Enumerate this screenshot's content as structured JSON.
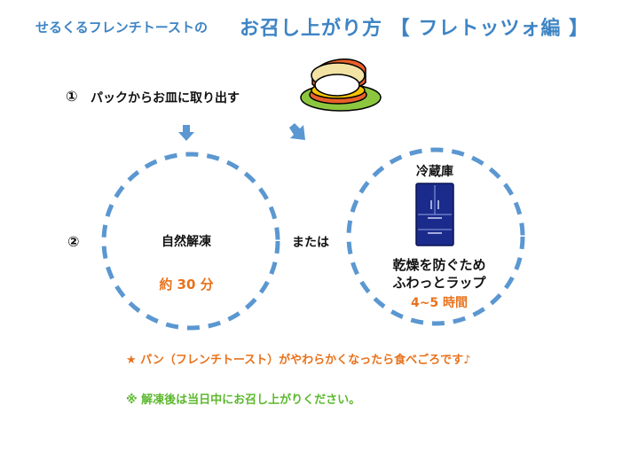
{
  "header": {
    "subtitle": "せるくるフレンチトーストの",
    "title": "お召し上がり方 【 フレトッツォ編 】"
  },
  "step1": {
    "number": "①",
    "text": "パックからお皿に取り出す"
  },
  "step2": {
    "number": "②",
    "or": "または",
    "left_option": {
      "label": "自然解凍",
      "time": "約 30 分"
    },
    "right_option": {
      "location": "冷蔵庫",
      "line1": "乾燥を防ぐため",
      "line2": "ふわっとラップ",
      "time": "4~5 時間"
    }
  },
  "notes": {
    "note1": "★ パン（フレンチトースト）がやわらかくなったら食べごろです♪",
    "note2": "※ 解凍後は当日中にお召し上がりください。"
  },
  "colors": {
    "accent_blue": "#3e84c4",
    "circle_blue": "#5b97d1",
    "orange": "#e8721c",
    "green": "#5cb82e",
    "fridge_navy": "#1b2b8c"
  },
  "icons": {
    "food": "french-toast-plate-icon",
    "fridge": "refrigerator-icon",
    "arrow": "arrow-down-icon"
  }
}
